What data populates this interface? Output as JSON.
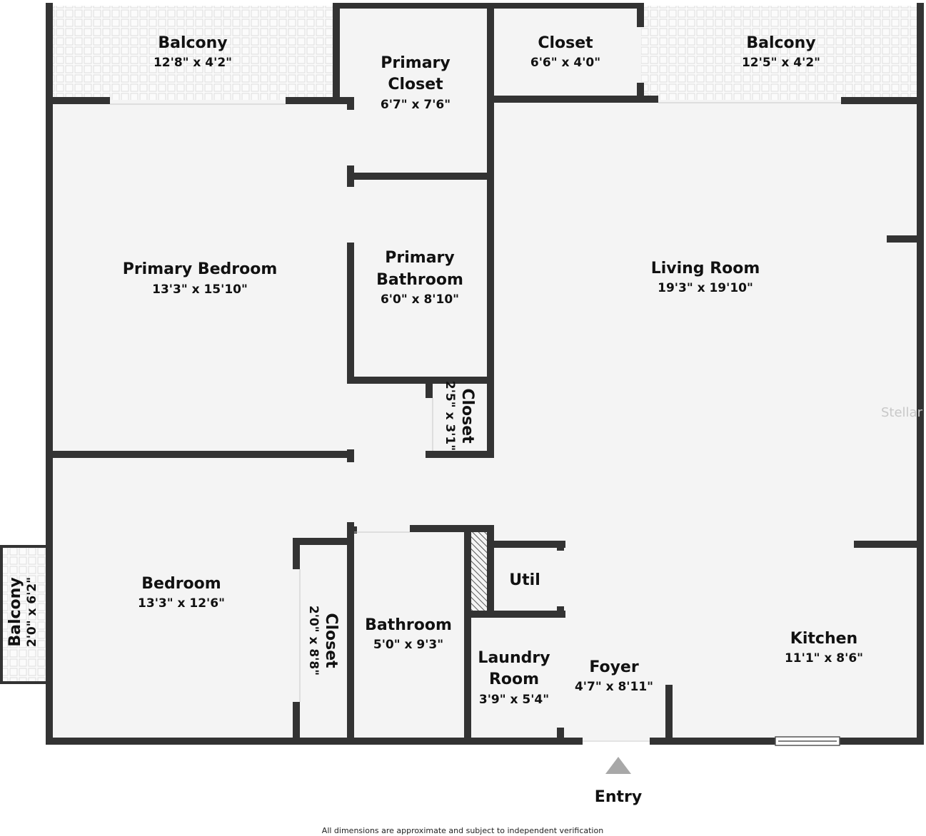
{
  "colors": {
    "wall": "#333333",
    "floor": "#f4f4f4",
    "balcony_tile": "#e3e3e3",
    "entry_arrow": "#a8a8a8"
  },
  "rooms": {
    "balcony_left": {
      "name": "Balcony",
      "dims": "12'8\" x 4'2\""
    },
    "primary_closet": {
      "name1": "Primary",
      "name2": "Closet",
      "dims": "6'7\" x 7'6\""
    },
    "closet_top": {
      "name": "Closet",
      "dims": "6'6\" x 4'0\""
    },
    "balcony_right": {
      "name": "Balcony",
      "dims": "12'5\" x 4'2\""
    },
    "primary_bedroom": {
      "name": "Primary Bedroom",
      "dims": "13'3\" x 15'10\""
    },
    "primary_bathroom": {
      "name1": "Primary",
      "name2": "Bathroom",
      "dims": "6'0\" x 8'10\""
    },
    "living_room": {
      "name": "Living Room",
      "dims": "19'3\" x 19'10\""
    },
    "closet_small": {
      "name": "Closet",
      "dims": "2'5\" x 3'1\""
    },
    "bedroom": {
      "name": "Bedroom",
      "dims": "13'3\" x 12'6\""
    },
    "balcony_side": {
      "name": "Balcony",
      "dims": "2'0\" x 6'2\""
    },
    "closet_bedroom": {
      "name": "Closet",
      "dims": "2'0\" x 8'8\""
    },
    "bathroom": {
      "name": "Bathroom",
      "dims": "5'0\" x 9'3\""
    },
    "util": {
      "name": "Util"
    },
    "laundry_room": {
      "name1": "Laundry",
      "name2": "Room",
      "dims": "3'9\" x 5'4\""
    },
    "foyer": {
      "name": "Foyer",
      "dims": "4'7\" x 8'11\""
    },
    "kitchen": {
      "name": "Kitchen",
      "dims": "11'1\" x 8'6\""
    }
  },
  "entry_label": "Entry",
  "footnote": "All dimensions are approximate and subject to independent verification",
  "watermark": "Stellar"
}
